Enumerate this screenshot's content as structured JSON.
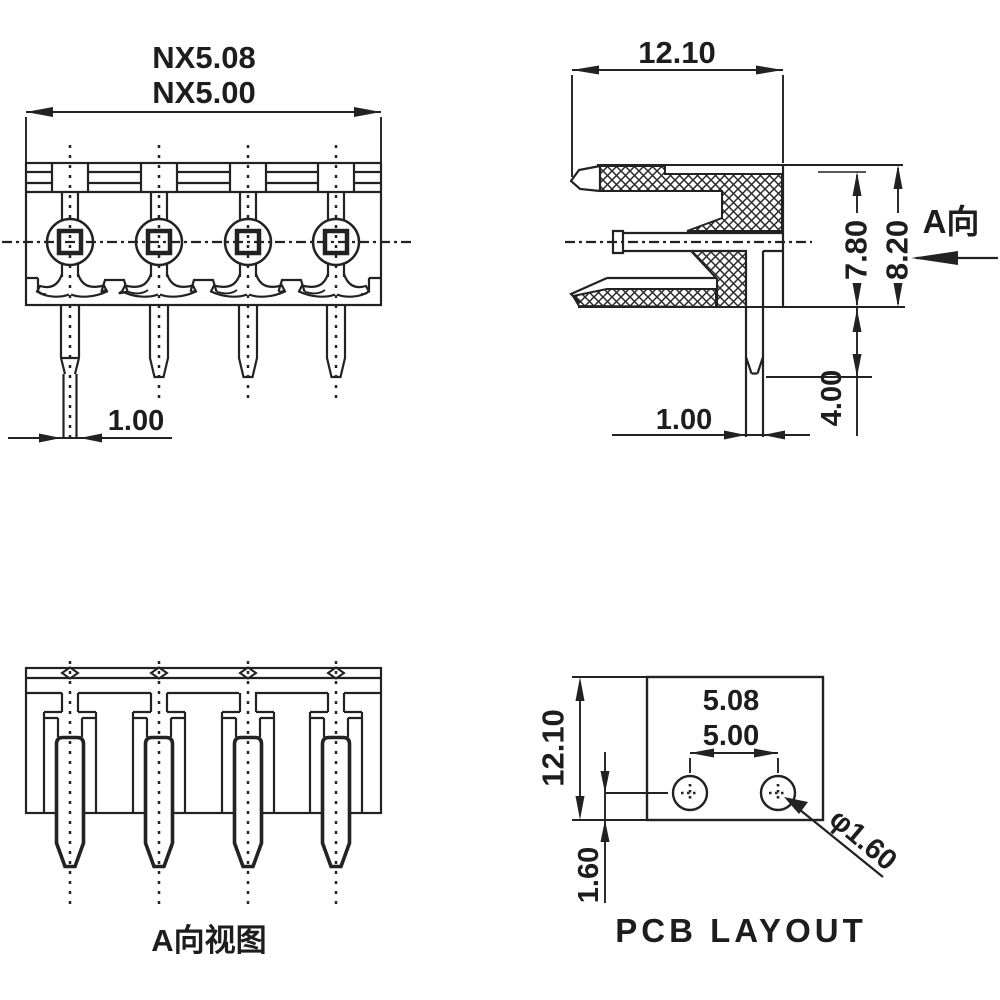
{
  "colors": {
    "ink": "#1d1d1d",
    "paper": "#ffffff"
  },
  "front_view": {
    "dim_pitch_upper": "NX5.08",
    "dim_pitch_lower": "NX5.00",
    "dim_pin_width": "1.00",
    "pin_count": 4
  },
  "side_view": {
    "dim_depth": "12.10",
    "dim_height_body": "7.80",
    "dim_height_total": "8.20",
    "dim_pin_below": "4.00",
    "dim_pin_width": "1.00",
    "direction_label": "A向"
  },
  "rear_view": {
    "caption": "A向视图",
    "pin_count": 4
  },
  "pcb_layout": {
    "dim_pitch_upper": "5.08",
    "dim_pitch_lower": "5.00",
    "dim_height": "12.10",
    "dim_edge_offset": "1.60",
    "dim_hole_diameter": "φ1.60",
    "caption": "PCB LAYOUT",
    "hole_count": 2
  }
}
